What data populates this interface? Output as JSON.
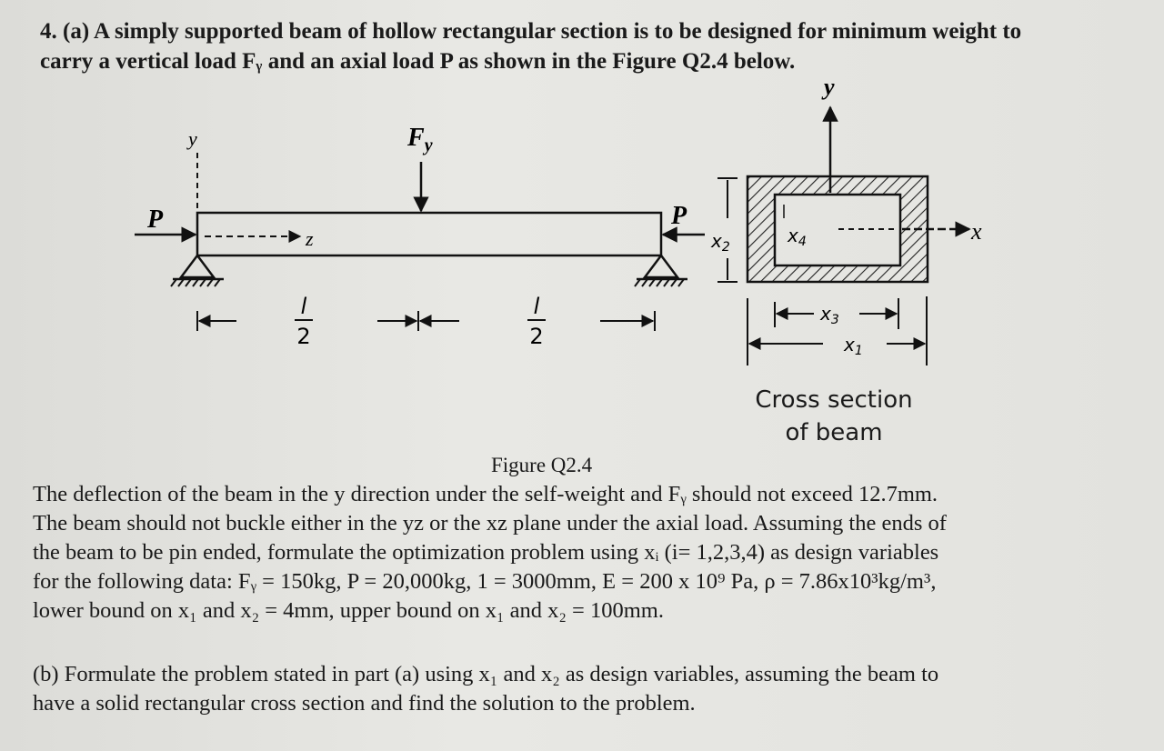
{
  "question": {
    "line1": "4. (a) A simply supported beam of hollow rectangular section is to be designed for minimum weight to",
    "line2": "carry a vertical load Fᵧ and an axial load P as shown in the Figure Q2.4 below."
  },
  "figure": {
    "beam": {
      "y_label": "y",
      "load_label": "F",
      "load_sub": "y",
      "axial_left": "P",
      "axial_right": "P",
      "z_label": "z",
      "span_num_left": "l",
      "span_den_left": "2",
      "span_num_right": "l",
      "span_den_right": "2"
    },
    "cross_section": {
      "y_label": "y",
      "x_label": "x",
      "x1": "x",
      "x1_sub": "1",
      "x2": "x",
      "x2_sub": "2",
      "x3": "x",
      "x3_sub": "3",
      "x4": "x",
      "x4_sub": "4",
      "caption_line1": "Cross section",
      "caption_line2": "of beam"
    },
    "caption": "Figure Q2.4"
  },
  "body": {
    "line1": "The deflection of the beam in the y direction under the self-weight and Fᵧ should not exceed 12.7mm.",
    "line2": "The beam should not buckle either in the yz or the xz plane under the axial load. Assuming the ends of",
    "line3": "the beam to be pin ended, formulate the optimization problem using xᵢ (i= 1,2,3,4) as design variables",
    "line4": "for the following data: Fᵧ = 150kg, P = 20,000kg, 1 = 3000mm, E = 200 x 10⁹ Pa, ρ = 7.86x10³kg/m³,",
    "line5": "lower bound on x₁ and x₂ = 4mm, upper bound on x₁ and x₂ = 100mm."
  },
  "part_b": {
    "line1": "(b) Formulate the problem stated in part (a) using x₁ and x₂ as design variables, assuming the beam to",
    "line2": "have a solid rectangular cross section and find the solution to the problem."
  }
}
